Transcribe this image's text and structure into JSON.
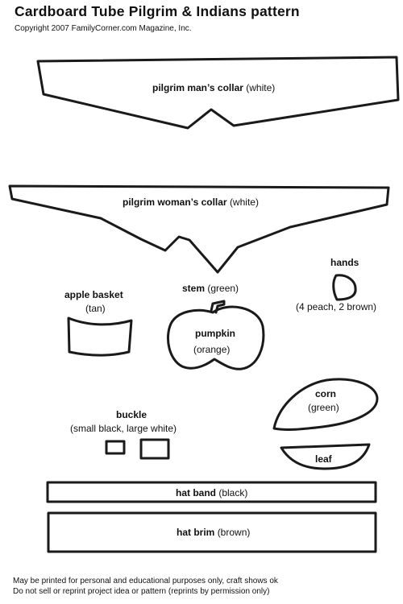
{
  "title": "Cardboard Tube Pilgrim & Indians pattern",
  "copyright": "Copyright 2007 FamilyCorner.com Magazine, Inc.",
  "pieces": {
    "man_collar": {
      "name": "pilgrim man’s collar",
      "note": "(white)"
    },
    "woman_collar": {
      "name": "pilgrim woman’s collar",
      "note": "(white)"
    },
    "hands": {
      "name": "hands",
      "note": "(4 peach, 2 brown)"
    },
    "apple_basket": {
      "name": "apple basket",
      "note": "(tan)"
    },
    "stem": {
      "name": "stem",
      "note": "(green)"
    },
    "pumpkin": {
      "name": "pumpkin",
      "note": "(orange)"
    },
    "corn": {
      "name": "corn",
      "note": "(green)"
    },
    "leaf": {
      "name": "leaf"
    },
    "buckle": {
      "name": "buckle",
      "note": "(small black, large white)"
    },
    "hat_band": {
      "name": "hat band",
      "note": "(black)"
    },
    "hat_brim": {
      "name": "hat brim",
      "note": "(brown)"
    }
  },
  "footer": {
    "line1": "May be printed for personal and educational purposes only, craft shows ok",
    "line2": "Do not sell or reprint project idea or pattern (reprints by permission only)"
  }
}
